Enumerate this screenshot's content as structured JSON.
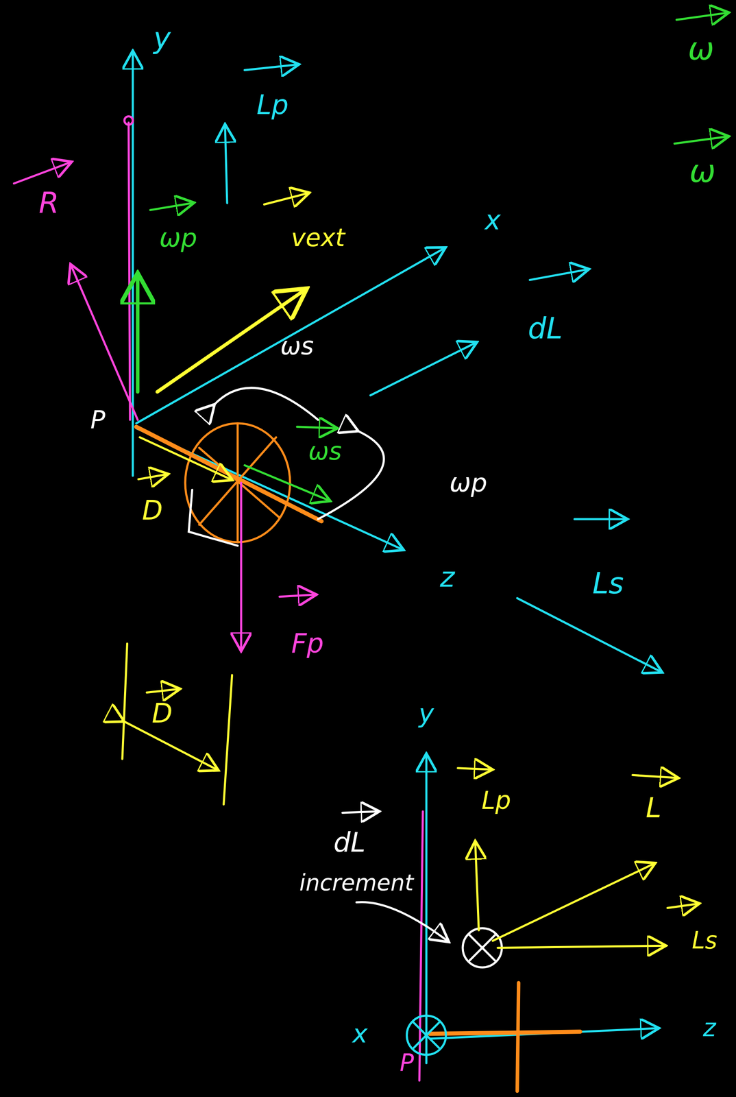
{
  "diagram": {
    "labels": [
      "y",
      "Lp",
      "R",
      "ωp",
      "vext",
      "x",
      "ωs",
      "dL",
      "P",
      "ωs",
      "ωp",
      "D",
      "z",
      "Ls",
      "Fp",
      "D",
      "y",
      "Lp",
      "L",
      "dL",
      "increment",
      "Ls",
      "x",
      "P",
      "z",
      "ω",
      "ω"
    ]
  }
}
